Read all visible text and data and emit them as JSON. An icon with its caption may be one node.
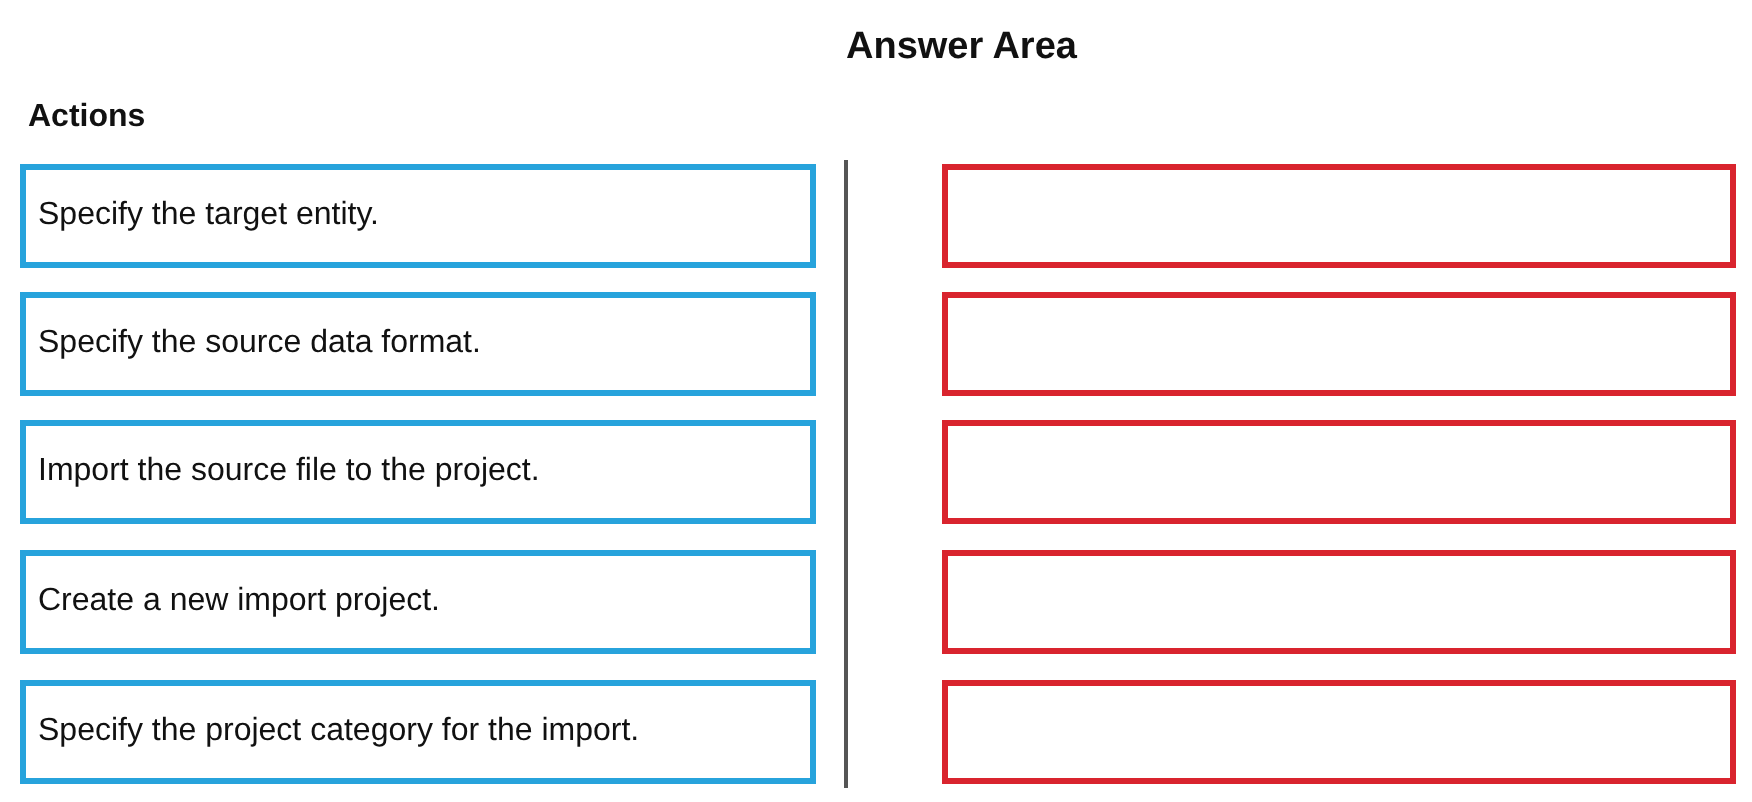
{
  "diagram": {
    "title": "Answer Area",
    "nodes": [
      {
        "text": [
          "Specify the target entity."
        ]
      },
      {
        "text": [
          "Specify the source data format."
        ]
      },
      {
        "text": [
          "Import the source file to the project."
        ]
      },
      {
        "text": [
          "Create a new import project."
        ]
      },
      {
        "text": [
          "Specify the project category for the import."
        ]
      },
      {
        "text": [],
        "shape": "box"
      },
      {
        "text": [],
        "shape": "box"
      },
      {
        "text": [],
        "shape": "box"
      },
      {
        "text": [],
        "shape": "box"
      },
      {
        "text": [],
        "shape": "box"
      }
    ],
    "labels": [
      "Actions"
    ]
  }
}
